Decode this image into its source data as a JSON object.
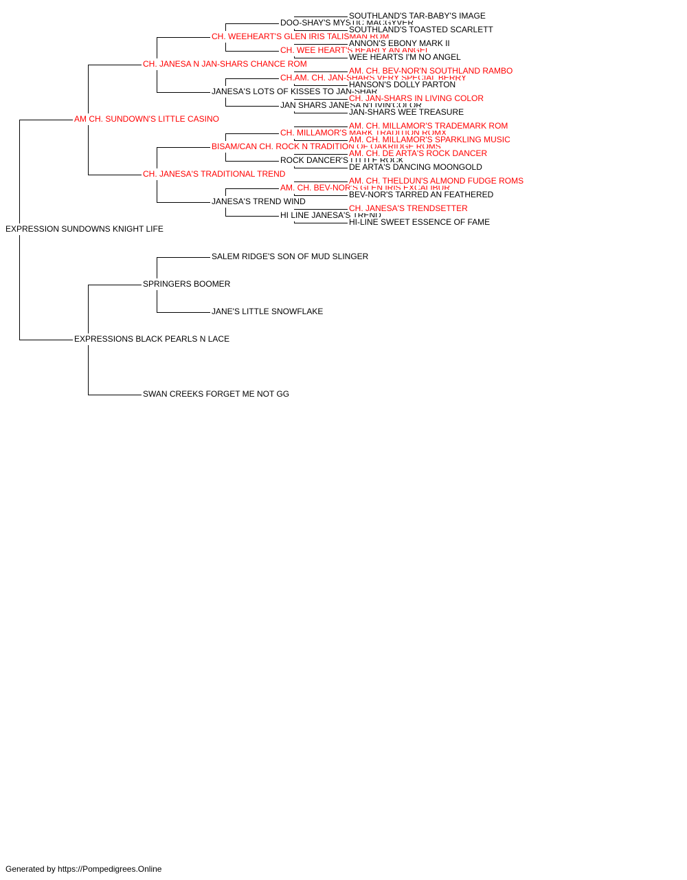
{
  "colors": {
    "champion": "#ff0000",
    "normal": "#000000",
    "connector": "#000000"
  },
  "footer": "Generated by https://Pompedigrees.Online",
  "pedigree": {
    "name": "EXPRESSION SUNDOWNS KNIGHT LIFE",
    "champion": false,
    "sire": {
      "name": "AM CH. SUNDOWN'S LITTLE CASINO",
      "champion": true,
      "sire": {
        "name": "CH. JANESA N JAN-SHARS CHANCE ROM",
        "champion": true,
        "sire": {
          "name": "CH. WEEHEART'S GLEN IRIS TALISMAN ROM",
          "champion": true,
          "sire": {
            "name": "DOO-SHAY'S MYSTIC MACGYVER",
            "champion": false,
            "sire": {
              "name": "SOUTHLAND'S TAR-BABY'S IMAGE",
              "champion": false
            },
            "dam": {
              "name": "SOUTHLAND'S TOASTED SCARLETT",
              "champion": false
            }
          },
          "dam": {
            "name": "CH. WEE HEART'S BEARLY AN ANGEL",
            "champion": true,
            "sire": {
              "name": "ANNON'S EBONY MARK II",
              "champion": false
            },
            "dam": {
              "name": "WEE HEARTS I'M NO ANGEL",
              "champion": false
            }
          }
        },
        "dam": {
          "name": "JANESA'S LOTS OF KISSES TO JAN-SHAR",
          "champion": false,
          "sire": {
            "name": "CH.AM. CH. JAN-SHARS VERY SPECIAL BERRY",
            "champion": true,
            "sire": {
              "name": "AM. CH. BEV-NOR'N SOUTHLAND RAMBO",
              "champion": true
            },
            "dam": {
              "name": "HANSON'S DOLLY PARTON",
              "champion": false
            }
          },
          "dam": {
            "name": "JAN SHARS JANESA N'LIVIN'COLOR",
            "champion": false,
            "sire": {
              "name": "CH. JAN-SHARS IN LIVING COLOR",
              "champion": true
            },
            "dam": {
              "name": "JAN-SHARS WEE TREASURE",
              "champion": false
            }
          }
        }
      },
      "dam": {
        "name": "CH. JANESA'S TRADITIONAL TREND",
        "champion": true,
        "sire": {
          "name": "BISAM/CAN CH. ROCK N TRADITION OF OAKRIDGE ROMS",
          "champion": true,
          "sire": {
            "name": "CH. MILLAMOR'S MARK TRADITION ROMX",
            "champion": true,
            "sire": {
              "name": "AM. CH. MILLAMOR'S TRADEMARK ROM",
              "champion": true
            },
            "dam": {
              "name": "AM. CH. MILLAMOR'S SPARKLING MUSIC",
              "champion": true
            }
          },
          "dam": {
            "name": "ROCK DANCER'S LITTLE ROCK",
            "champion": false,
            "sire": {
              "name": "AM. CH. DE ARTA'S ROCK DANCER",
              "champion": true
            },
            "dam": {
              "name": "DE ARTA'S DANCING MOONGOLD",
              "champion": false
            }
          }
        },
        "dam": {
          "name": "JANESA'S TREND WIND",
          "champion": false,
          "sire": {
            "name": "AM. CH. BEV-NOR'S GLEN IRIS EXCALIBUR",
            "champion": true,
            "sire": {
              "name": "AM. CH. THELDUN'S ALMOND FUDGE ROMS",
              "champion": true
            },
            "dam": {
              "name": "BEV-NOR'S TARRED AN FEATHERED",
              "champion": false
            }
          },
          "dam": {
            "name": "HI LINE JANESA'S TREND",
            "champion": false,
            "sire": {
              "name": "CH. JANESA'S TRENDSETTER",
              "champion": true
            },
            "dam": {
              "name": "HI-LINE SWEET ESSENCE OF FAME",
              "champion": false
            }
          }
        }
      }
    },
    "dam": {
      "name": "EXPRESSIONS BLACK PEARLS N LACE",
      "champion": false,
      "sire": {
        "name": "SPRINGERS BOOMER",
        "champion": false,
        "sire": {
          "name": "SALEM RIDGE'S SON OF MUD SLINGER",
          "champion": false
        },
        "dam": {
          "name": "JANE'S LITTLE SNOWFLAKE",
          "champion": false
        }
      },
      "dam": {
        "name": "SWAN CREEKS FORGET ME NOT GG",
        "champion": false
      }
    }
  }
}
